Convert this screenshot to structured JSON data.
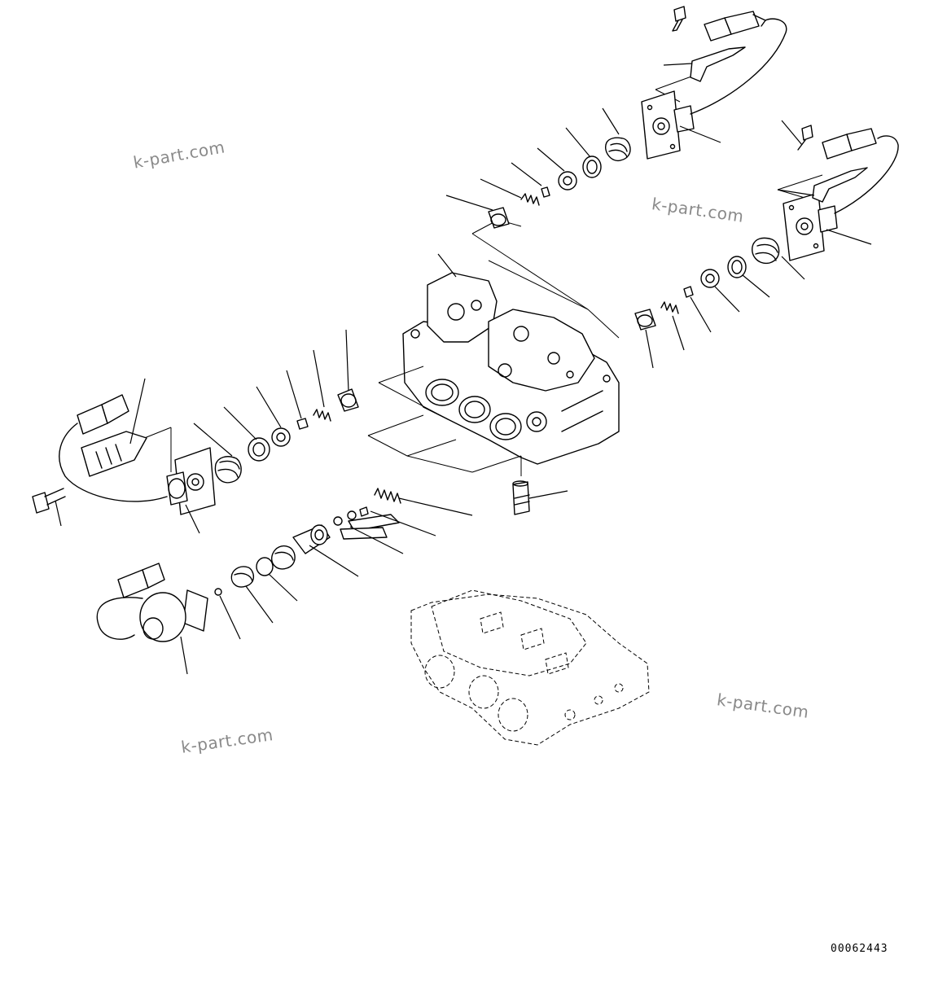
{
  "watermarks": [
    {
      "text": "k-part.com",
      "angle": -10
    },
    {
      "text": "k-part.com",
      "angle": 8
    },
    {
      "text": "k-part.com",
      "angle": -8
    },
    {
      "text": "k-part.com",
      "angle": 8
    }
  ],
  "drawing_code": "00062443"
}
